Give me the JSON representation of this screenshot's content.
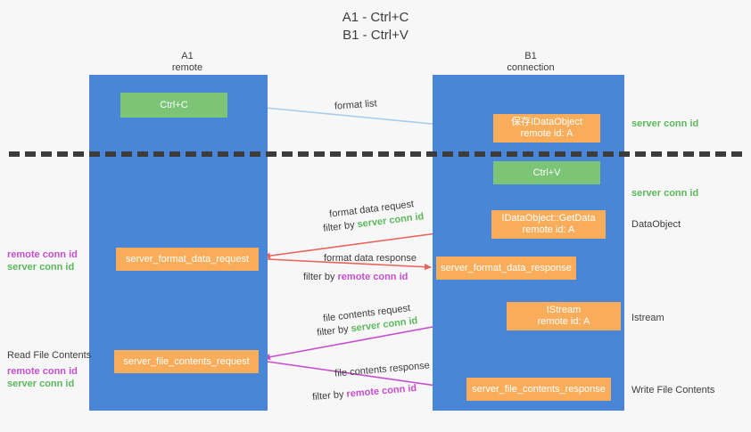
{
  "title": "A1 - Ctrl+C\nB1 - Ctrl+V",
  "colors": {
    "lane": "#4a86d8",
    "green_node": "#7cc576",
    "orange_node": "#f9ad5b",
    "server_conn": "#5bb85b",
    "remote_conn": "#c64fd0",
    "arrow_blue": "#a8cdee",
    "arrow_red": "#e8645a",
    "arrow_purple": "#c64fd0",
    "arrow_black": "#1a1a1a",
    "divider": "#3c3c3c",
    "background": "#f7f7f7"
  },
  "lanes": [
    {
      "title": "A1\nremote"
    },
    {
      "title": "B1\nconnection"
    }
  ],
  "nodes": {
    "ctrl_c": "Ctrl+C",
    "save_idataobject": "保存IDataObject\nremote id: A",
    "ctrl_v": "Ctrl+V",
    "getdata": "IDataObject::GetData\nremote id: A",
    "istream": "IStream\nremote id: A",
    "server_format_data_request": "server_format_data_request",
    "server_format_data_response": "server_format_data_response",
    "server_file_contents_request": "server_file_contents_request",
    "server_file_contents_response": "server_file_contents_response"
  },
  "edges": {
    "format_list": "format list",
    "format_data_request": "format data request",
    "format_data_request_filter_prefix": "filter by ",
    "format_data_request_filter_key": "server conn id",
    "format_data_response": "format data response",
    "format_data_response_filter_prefix": "filter by ",
    "format_data_response_filter_key": "remote conn id",
    "file_contents_request": "file contents request",
    "file_contents_request_filter_prefix": "filter by ",
    "file_contents_request_filter_key": "server conn id",
    "file_contents_response": "file contents response",
    "file_contents_response_filter_prefix": "filter by ",
    "file_contents_response_filter_key": "remote conn id"
  },
  "annotations": {
    "right": {
      "server_conn_top": "server conn id",
      "server_conn_mid": "server conn id",
      "dataobject": "DataObject",
      "istream": "Istream",
      "write_file_contents": "Write File Contents"
    },
    "left": {
      "remote_conn_1": "remote conn id",
      "server_conn_1": "server conn id",
      "read_file_contents": "Read File Contents",
      "remote_conn_2": "remote conn id",
      "server_conn_2": "server conn id"
    }
  }
}
